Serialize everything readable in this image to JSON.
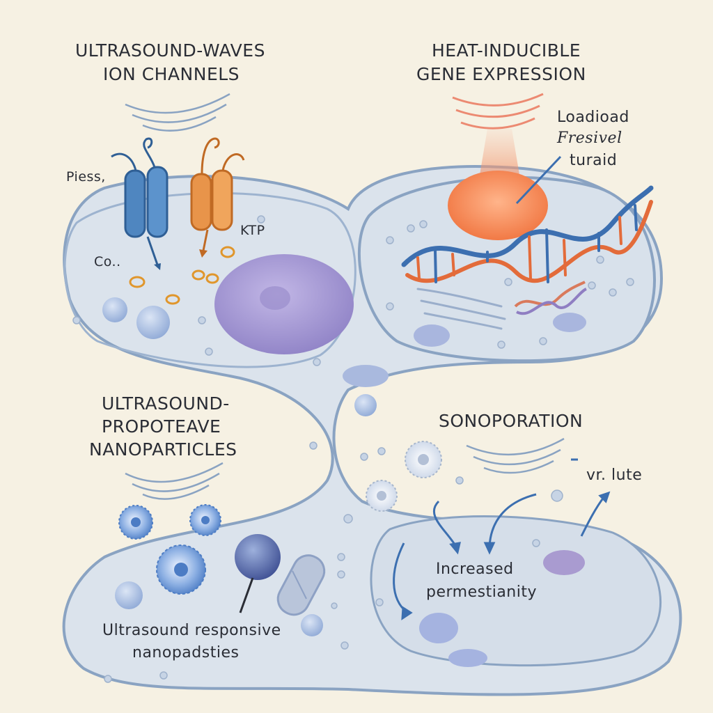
{
  "panels": {
    "ion_channels": {
      "title_line1": "ULTRASOUND-WAVES",
      "title_line2": "ION CHANNELS",
      "label_piezo": "Piess,",
      "label_ktp": "KTP",
      "label_ca": "Co.."
    },
    "gene_expression": {
      "title_line1": "HEAT-INDUCIBLE",
      "title_line2": "GENE EXPRESSION",
      "annotation_line1": "Loadioad",
      "annotation_line2": "Fresivel",
      "annotation_line3": "turaid"
    },
    "nanoparticles": {
      "title_line1": "ULTRASOUND-",
      "title_line2": "PROPOTEAVE",
      "title_line3": "NANOPARTICLES",
      "caption_line1": "Ultrasound responsive",
      "caption_line2": "nanopadsties"
    },
    "sonoporation": {
      "title": "SONOPORATION",
      "label_solute": "vr. lute",
      "caption_line1": "Increased",
      "caption_line2": "permestianity"
    }
  },
  "colors": {
    "background": "#f6f1e3",
    "cell_fill": "#dbe3ec",
    "membrane": "#8aa3c2",
    "nucleus": "#a99ad4",
    "channel_blue": "#4f86c0",
    "channel_orange": "#e8944a",
    "heat_source": "#f08a5d",
    "dna_blue": "#3c6fb0",
    "dna_orange": "#e36b3a",
    "nanoparticle": "#5f8fd0"
  }
}
